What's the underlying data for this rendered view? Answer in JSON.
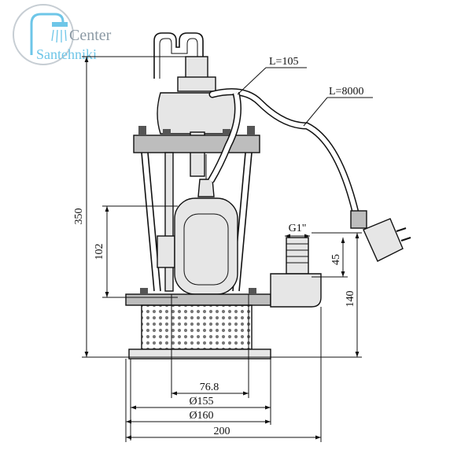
{
  "logo": {
    "line1": "Center",
    "line2": "Santehniki",
    "color_primary": "#8c9aa5",
    "color_accent": "#6ec6e8"
  },
  "dimensions": {
    "height_total": "350",
    "height_float": "102",
    "height_outlet": "140",
    "height_thread": "45",
    "thread": "G1\"",
    "cable_short": "L=105",
    "cable_long": "L=8000",
    "width_776": "76.8",
    "dia_155": "Ø155",
    "dia_160": "Ø160",
    "width_200": "200"
  }
}
